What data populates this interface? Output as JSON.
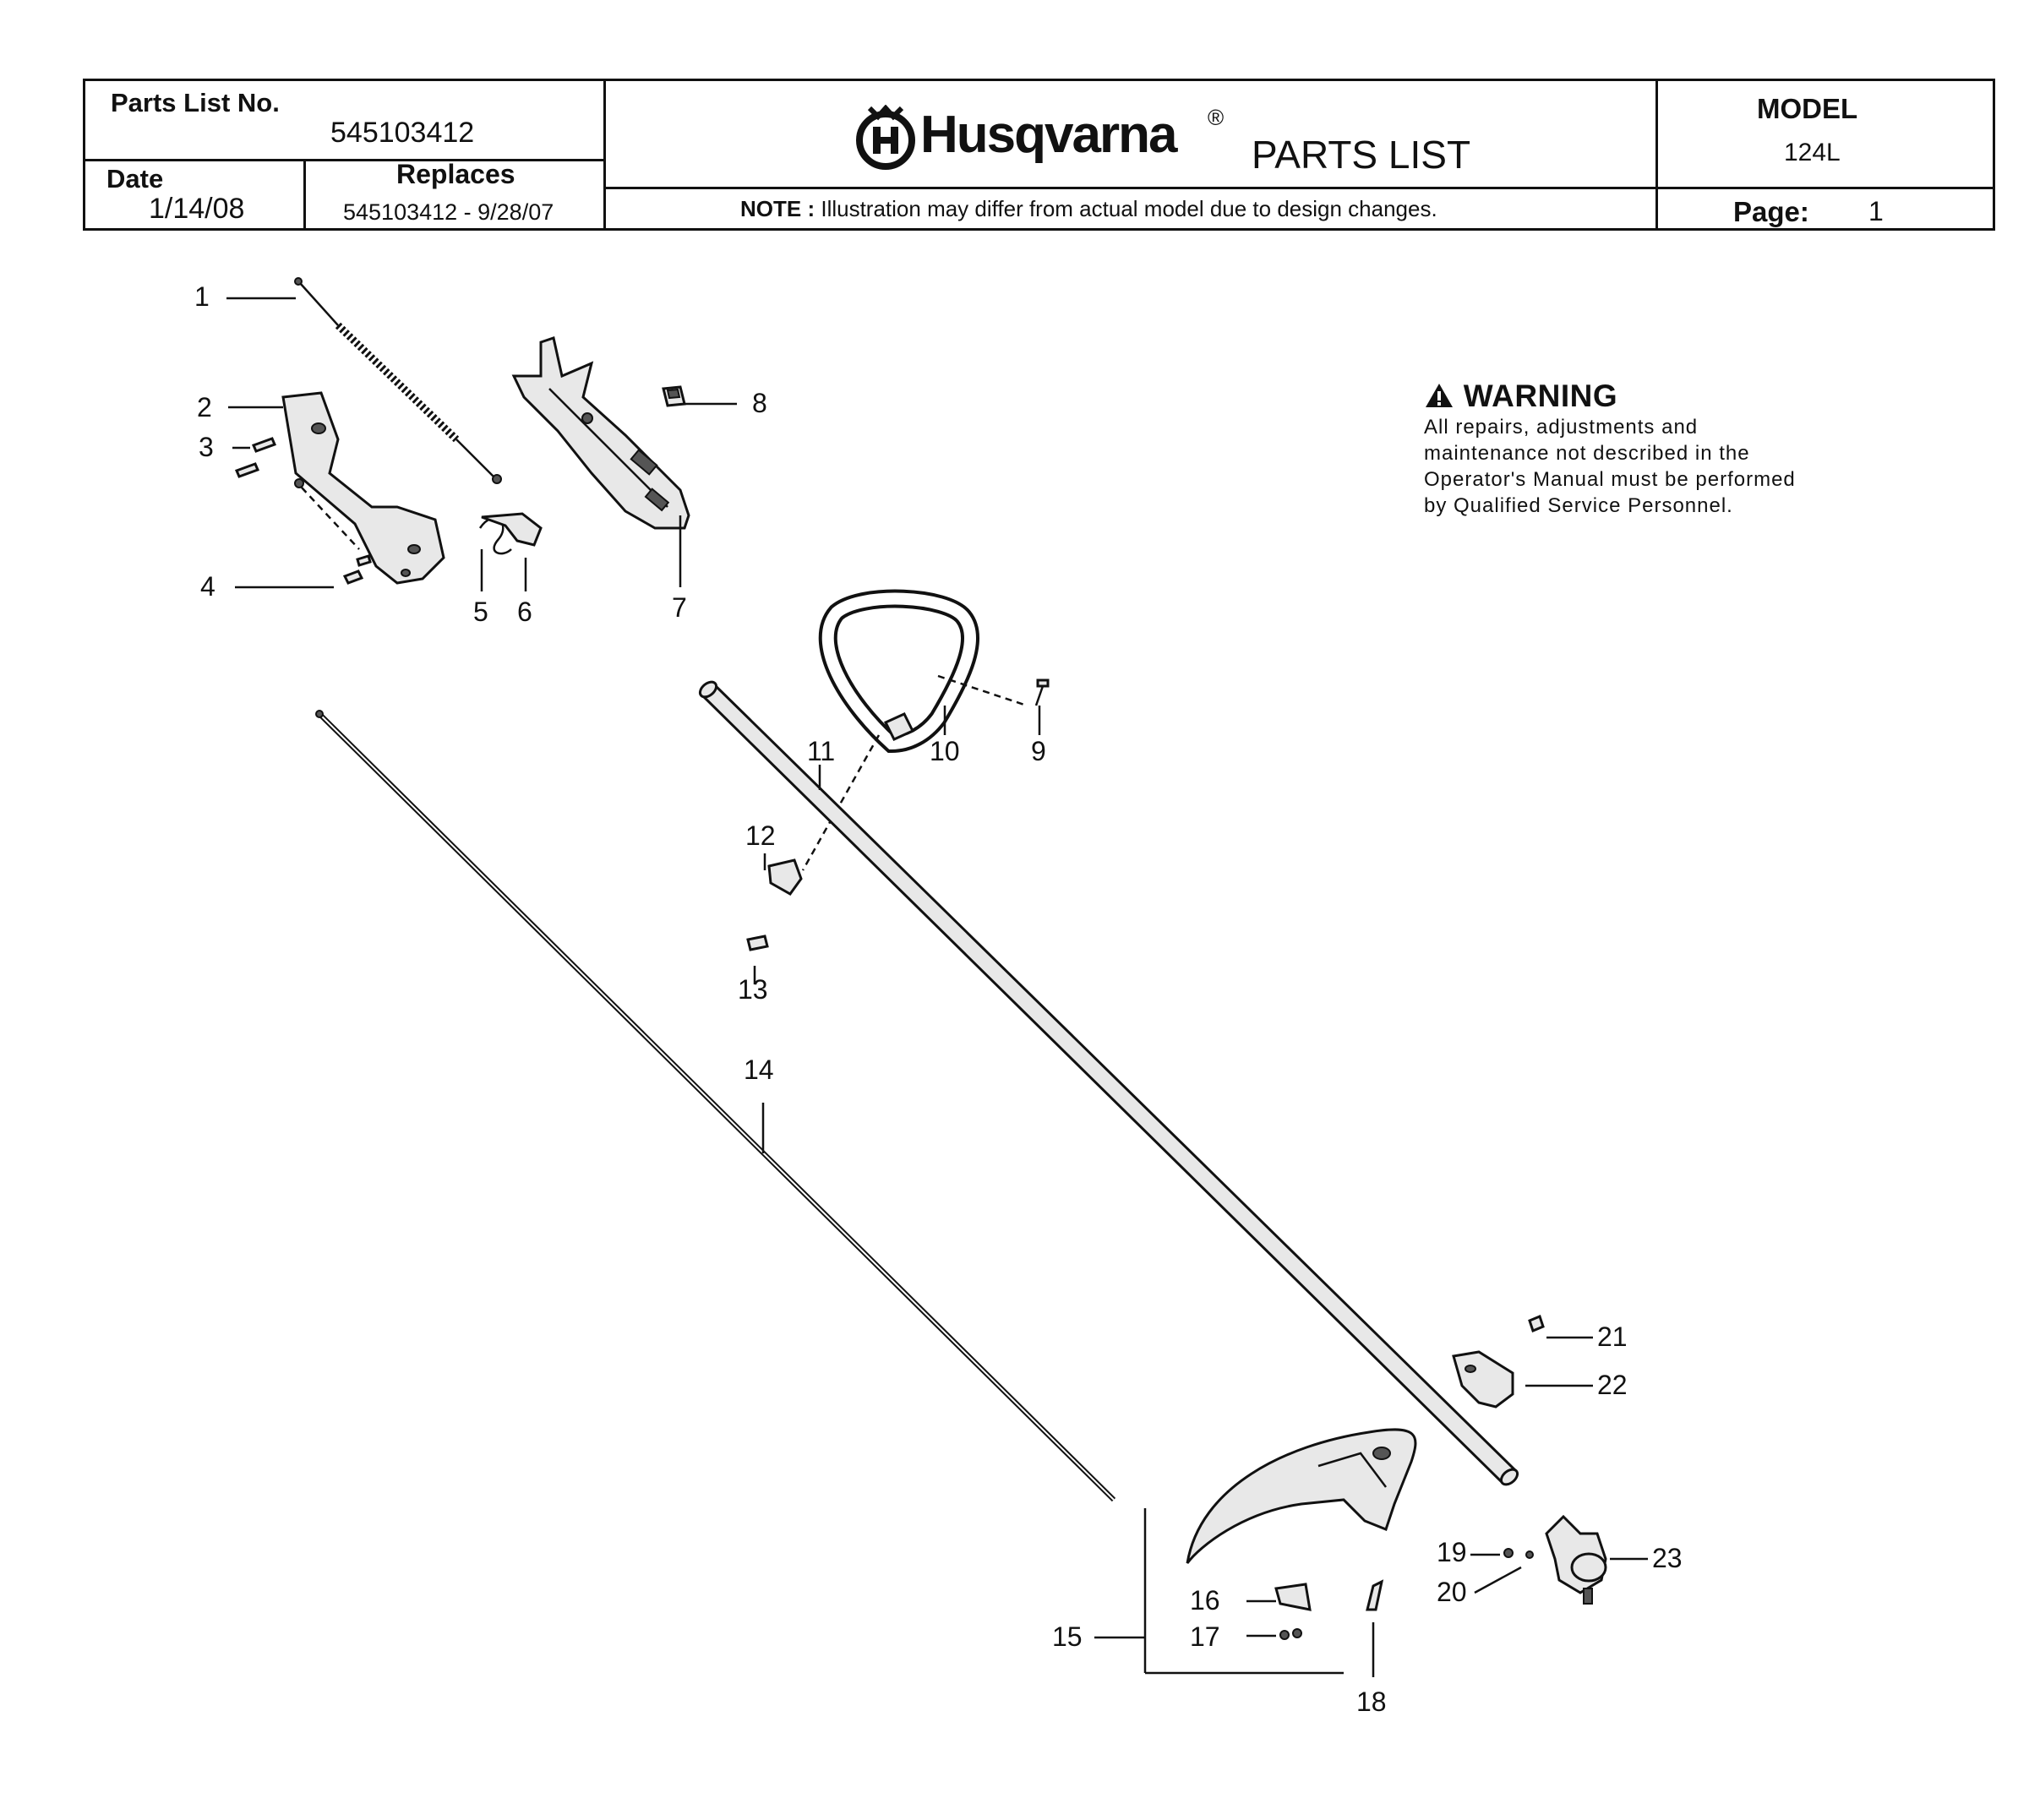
{
  "header": {
    "parts_list_label": "Parts List No.",
    "parts_list_number": "545103412",
    "date_label": "Date",
    "date_value": "1/14/08",
    "replaces_label": "Replaces",
    "replaces_value": "545103412 - 9/28/07",
    "brand": "Husqvarna",
    "registered": "®",
    "title": "PARTS LIST",
    "note_label": "NOTE :",
    "note_text": "Illustration may differ from actual model due to design changes.",
    "model_label": "MODEL",
    "model_value": "124L",
    "page_label": "Page:",
    "page_value": "1"
  },
  "warning": {
    "title": "WARNING",
    "text": "All repairs, adjustments and maintenance not described in the Operator's Manual must be performed by Qualified Service Personnel."
  },
  "callouts": [
    "1",
    "2",
    "3",
    "4",
    "5",
    "6",
    "7",
    "8",
    "9",
    "10",
    "11",
    "12",
    "13",
    "14",
    "15",
    "16",
    "17",
    "18",
    "19",
    "20",
    "21",
    "22",
    "23"
  ],
  "colors": {
    "ink": "#111111",
    "part_fill": "#e6e6e6",
    "part_dark": "#444444"
  }
}
